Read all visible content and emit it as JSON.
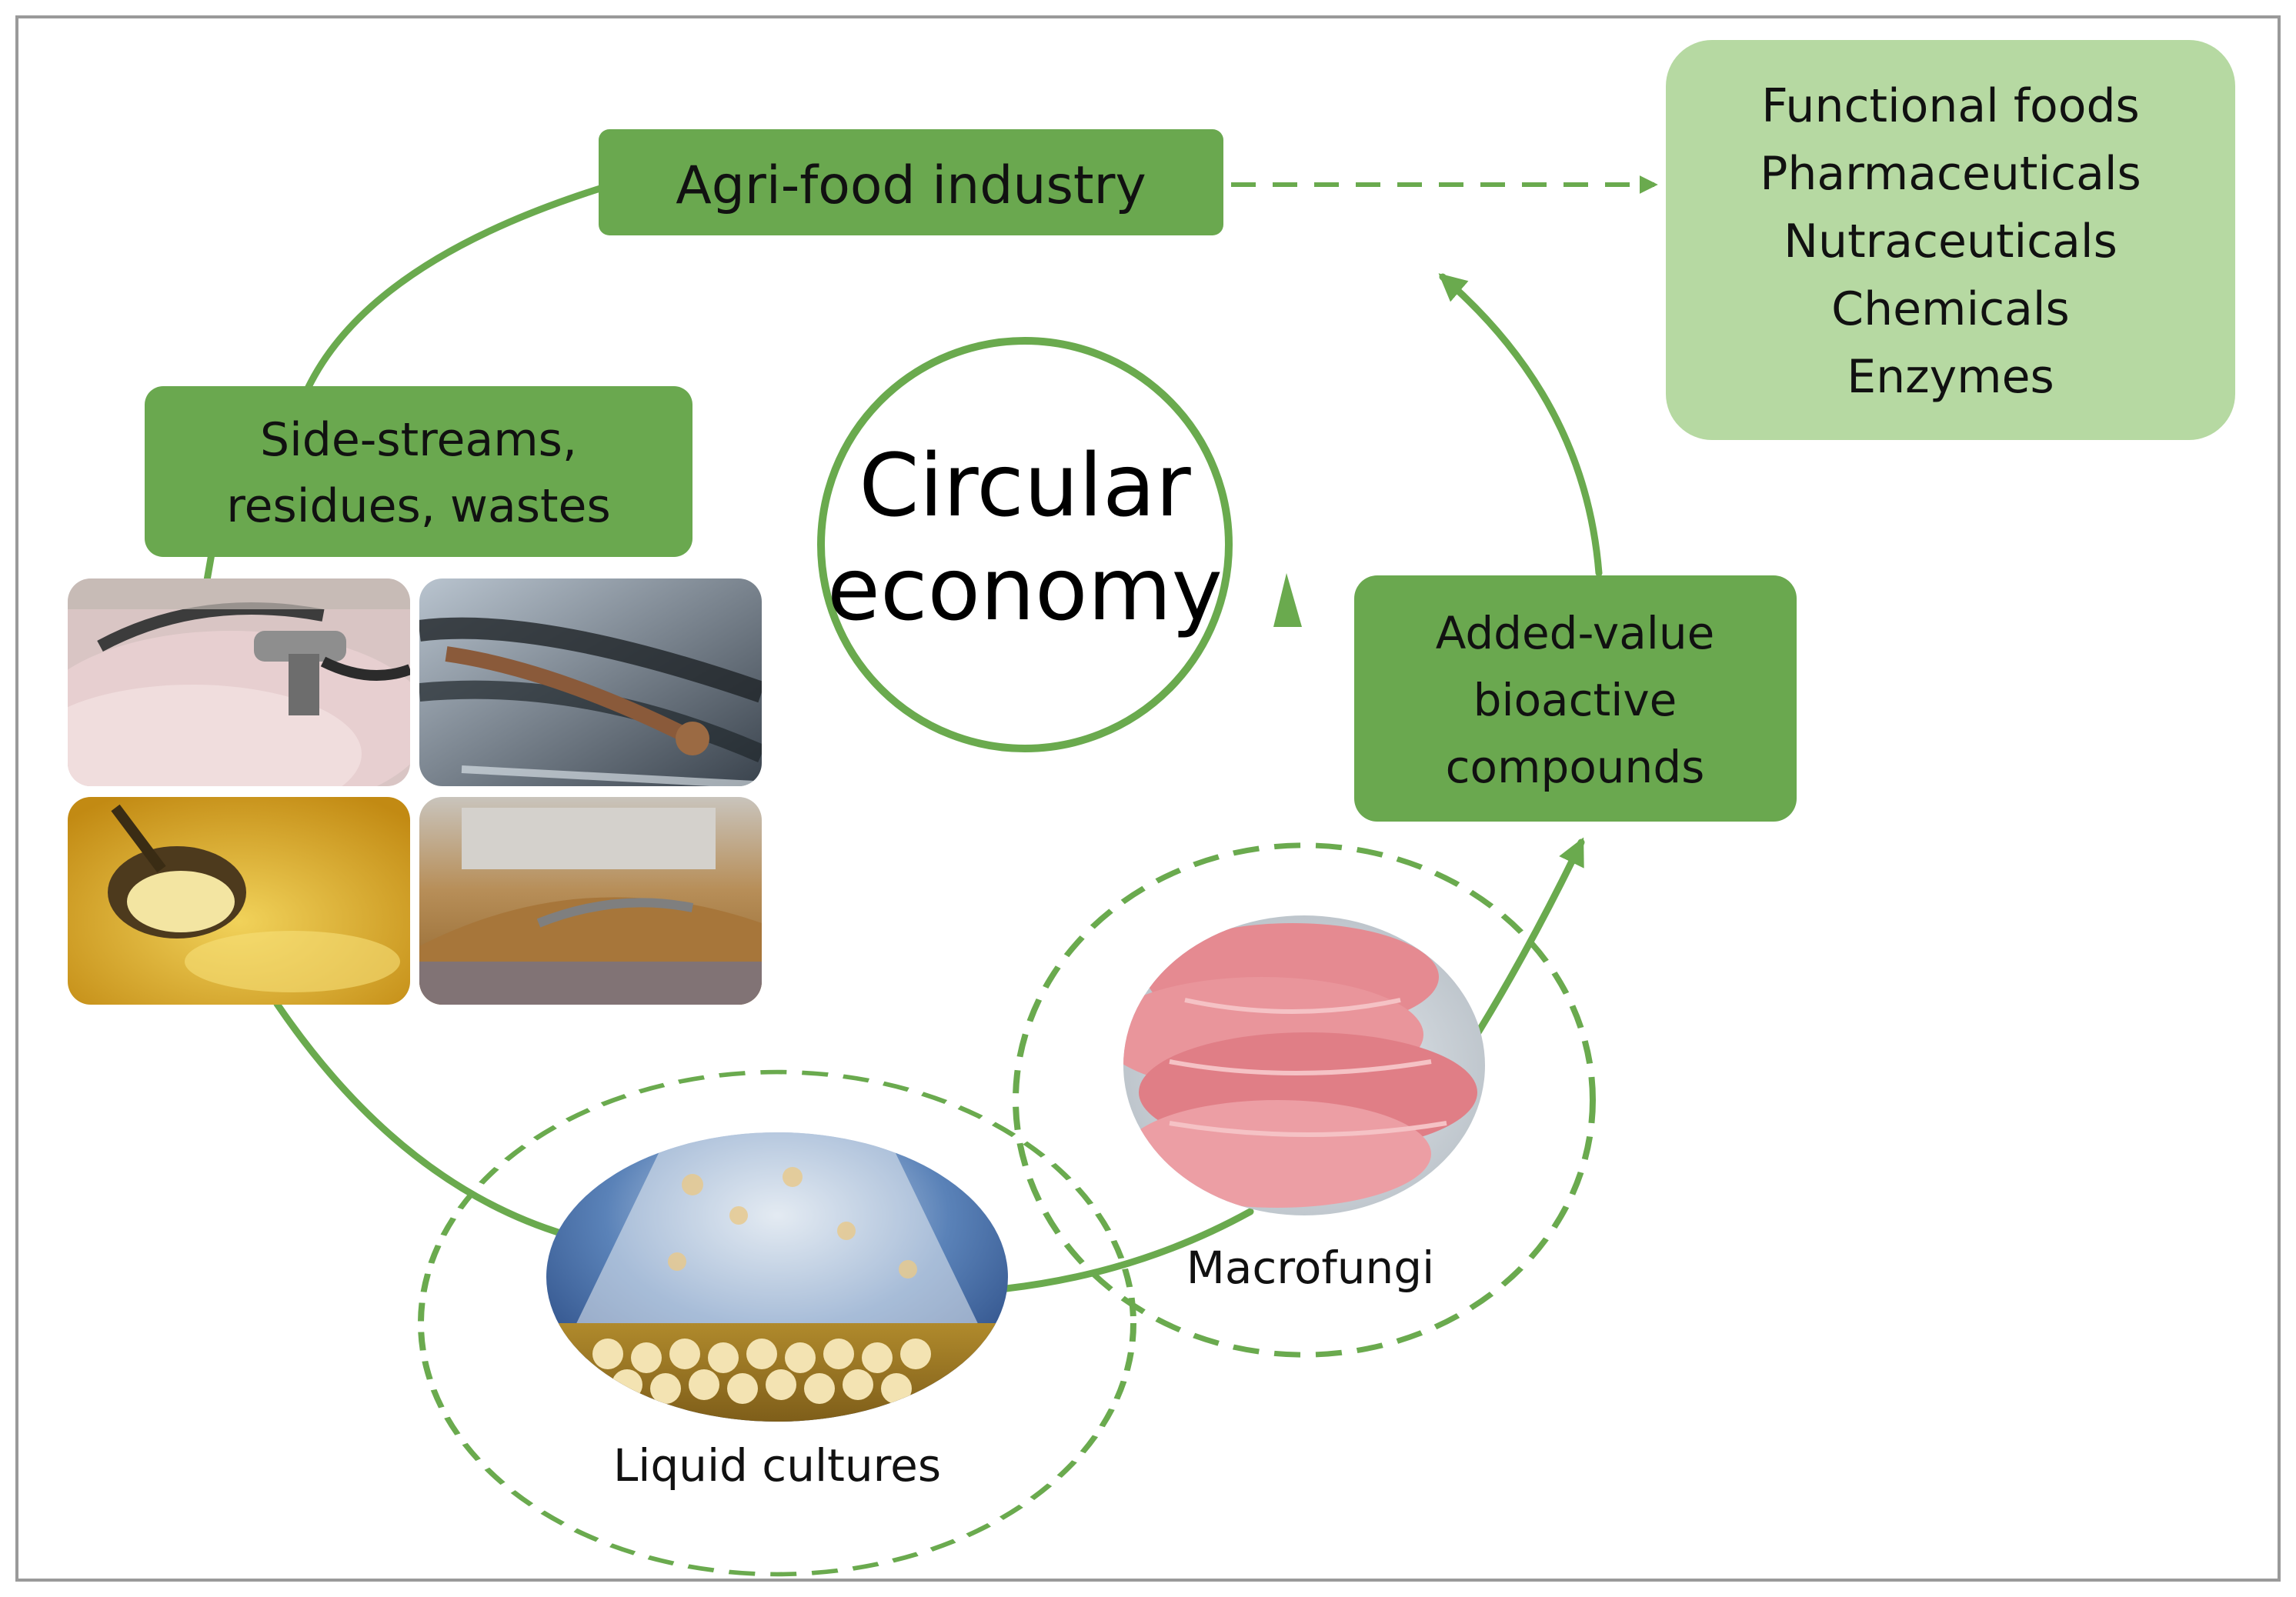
{
  "colors": {
    "green": "#6aaa4e",
    "box_dark": "#6aa84f",
    "box_light": "#b6d9a2",
    "frame": "#9a9a9a"
  },
  "diagram": {
    "center_title": [
      "Circular",
      "economy"
    ],
    "nodes": {
      "agri_food": "Agri-food industry",
      "side_streams": [
        "Side-streams,",
        "residues, wastes"
      ],
      "added_value": [
        "Added-value",
        "bioactive",
        "compounds"
      ],
      "products": [
        "Functional foods",
        "Pharmaceuticals",
        "Nutraceuticals",
        "Chemicals",
        "Enzymes"
      ],
      "liquid_cultures": "Liquid cultures",
      "macrofungi": "Macrofungi"
    },
    "photos": [
      {
        "id": "sludge-photo",
        "icon": "photo-pink-residue"
      },
      {
        "id": "wastewater-photo",
        "icon": "photo-wastewater"
      },
      {
        "id": "whey-photo",
        "icon": "photo-yellow-liquid"
      },
      {
        "id": "grain-photo",
        "icon": "photo-spent-grain"
      },
      {
        "id": "flask-photo",
        "icon": "photo-liquid-culture-flask"
      },
      {
        "id": "mushroom-photo",
        "icon": "photo-pink-oyster-mushroom"
      }
    ]
  }
}
